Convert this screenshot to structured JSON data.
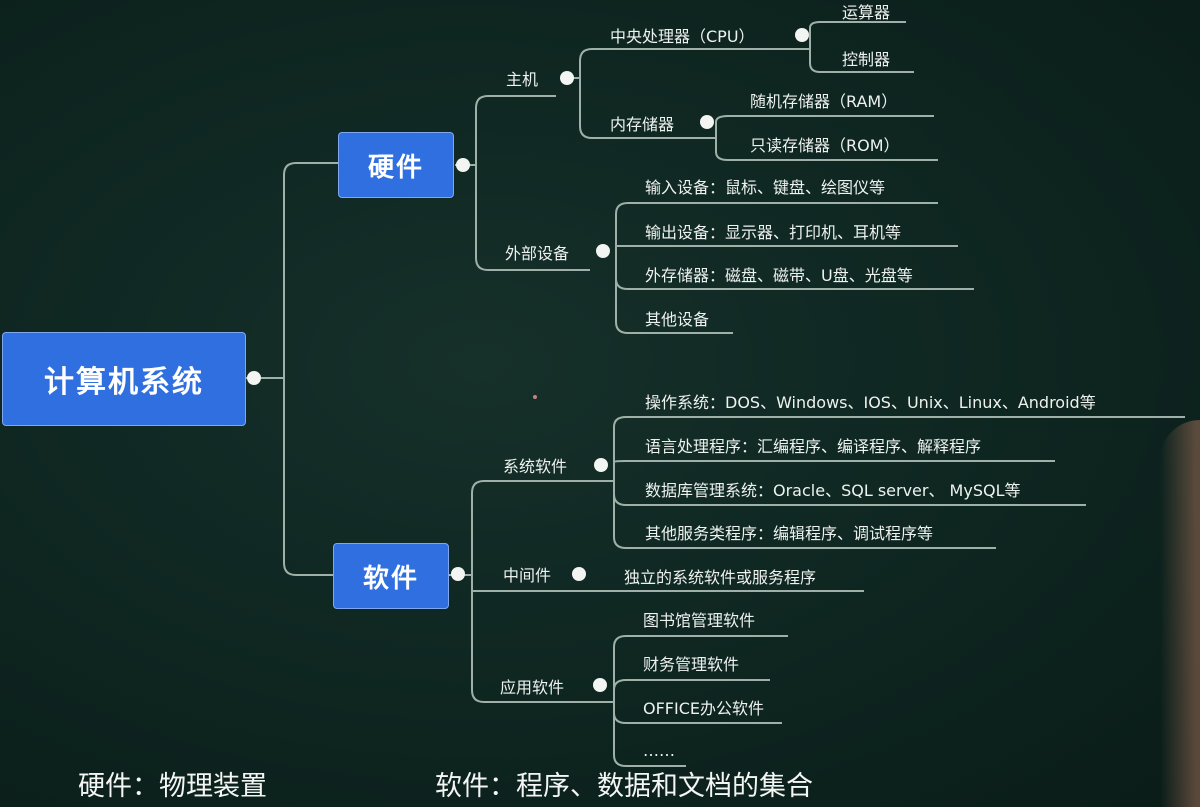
{
  "root": {
    "label": "计算机系统"
  },
  "hardware": {
    "label": "硬件",
    "host": {
      "label": "主机",
      "cpu": {
        "label": "中央处理器（CPU）",
        "children": [
          "运算器",
          "控制器"
        ]
      },
      "memory": {
        "label": "内存储器",
        "children": [
          "随机存储器（RAM）",
          "只读存储器（ROM）"
        ]
      }
    },
    "peripherals": {
      "label": "外部设备",
      "children": [
        "输入设备：鼠标、键盘、绘图仪等",
        "输出设备：显示器、打印机、耳机等",
        "外存储器：磁盘、磁带、U盘、光盘等",
        "其他设备"
      ]
    }
  },
  "software": {
    "label": "软件",
    "system": {
      "label": "系统软件",
      "children": [
        "操作系统：DOS、Windows、IOS、Unix、Linux、Android等",
        "语言处理程序：汇编程序、编译程序、解释程序",
        "数据库管理系统：Oracle、SQL server、 MySQL等",
        "其他服务类程序：编辑程序、调试程序等"
      ]
    },
    "middleware": {
      "label": "中间件",
      "child": "独立的系统软件或服务程序"
    },
    "application": {
      "label": "应用软件",
      "children": [
        "图书馆管理软件",
        "财务管理软件",
        "OFFICE办公软件",
        "……"
      ]
    }
  },
  "captions": {
    "hardware": "硬件：物理装置",
    "software": "软件：程序、数据和文档的集合"
  }
}
